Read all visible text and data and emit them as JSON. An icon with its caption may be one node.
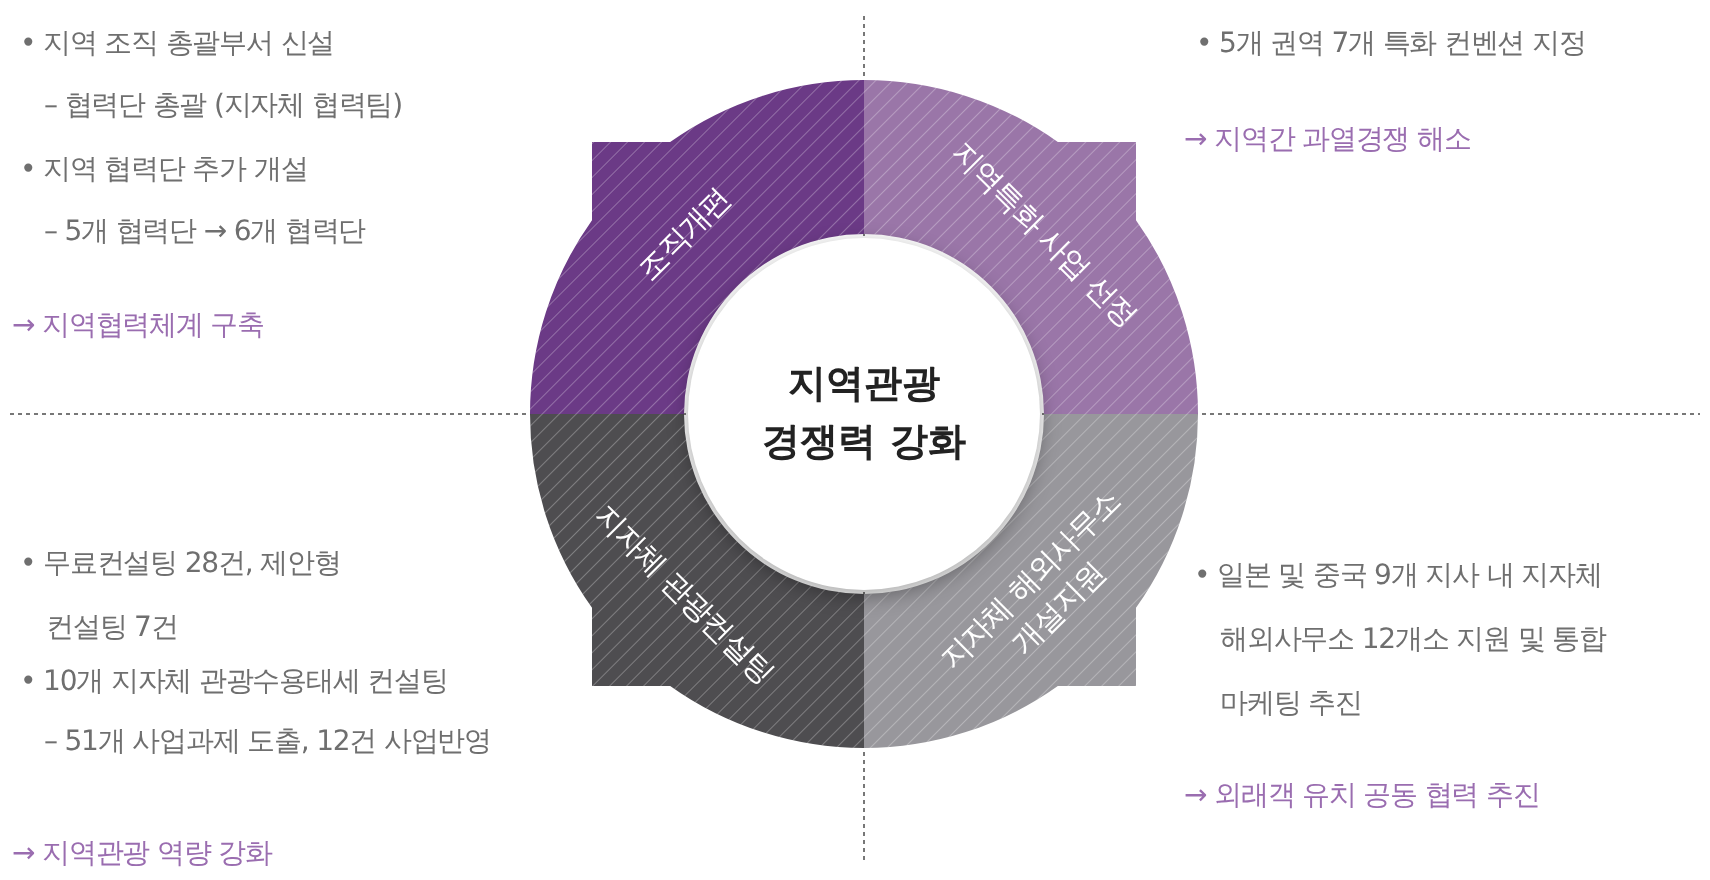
{
  "diagram": {
    "nodes": [
      {
        "text": [
          "지역관광 경쟁력 강화"
        ]
      },
      {
        "text": [
          "조직개편"
        ],
        "beside": [
          "• 지역 조직 총괄부서 신설",
          "– 협력단 총괄 (지자체 협력팀)",
          "• 지역 협력단 추가 개설",
          "– 5개 협력단 → 6개 협력단",
          "→ 지역협력체계 구축"
        ]
      },
      {
        "text": [
          "지역특화 사업 선정"
        ],
        "beside": [
          "• 5개 권역 7개 특화 컨벤션 지정",
          "→ 지역간 과열경쟁 해소"
        ]
      },
      {
        "text": [
          "지자체 관광컨설팅"
        ],
        "beside": [
          "• 무료컨설팅 28건, 제안형 컨설팅 7건",
          "• 10개 지자체 관광수용태세 컨설팅",
          "– 51개 사업과제 도출, 12건 사업반영",
          "→ 지역관광 역량 강화"
        ]
      },
      {
        "text": [
          "지자체 해외사무소 개설지원"
        ],
        "beside": [
          "• 일본 및 중국 9개 지사 내 지자체 해외사무소 12개소 지원 및 통합 마케팅 추진",
          "→ 외래객 유치 공동 협력 추진"
        ]
      }
    ]
  }
}
